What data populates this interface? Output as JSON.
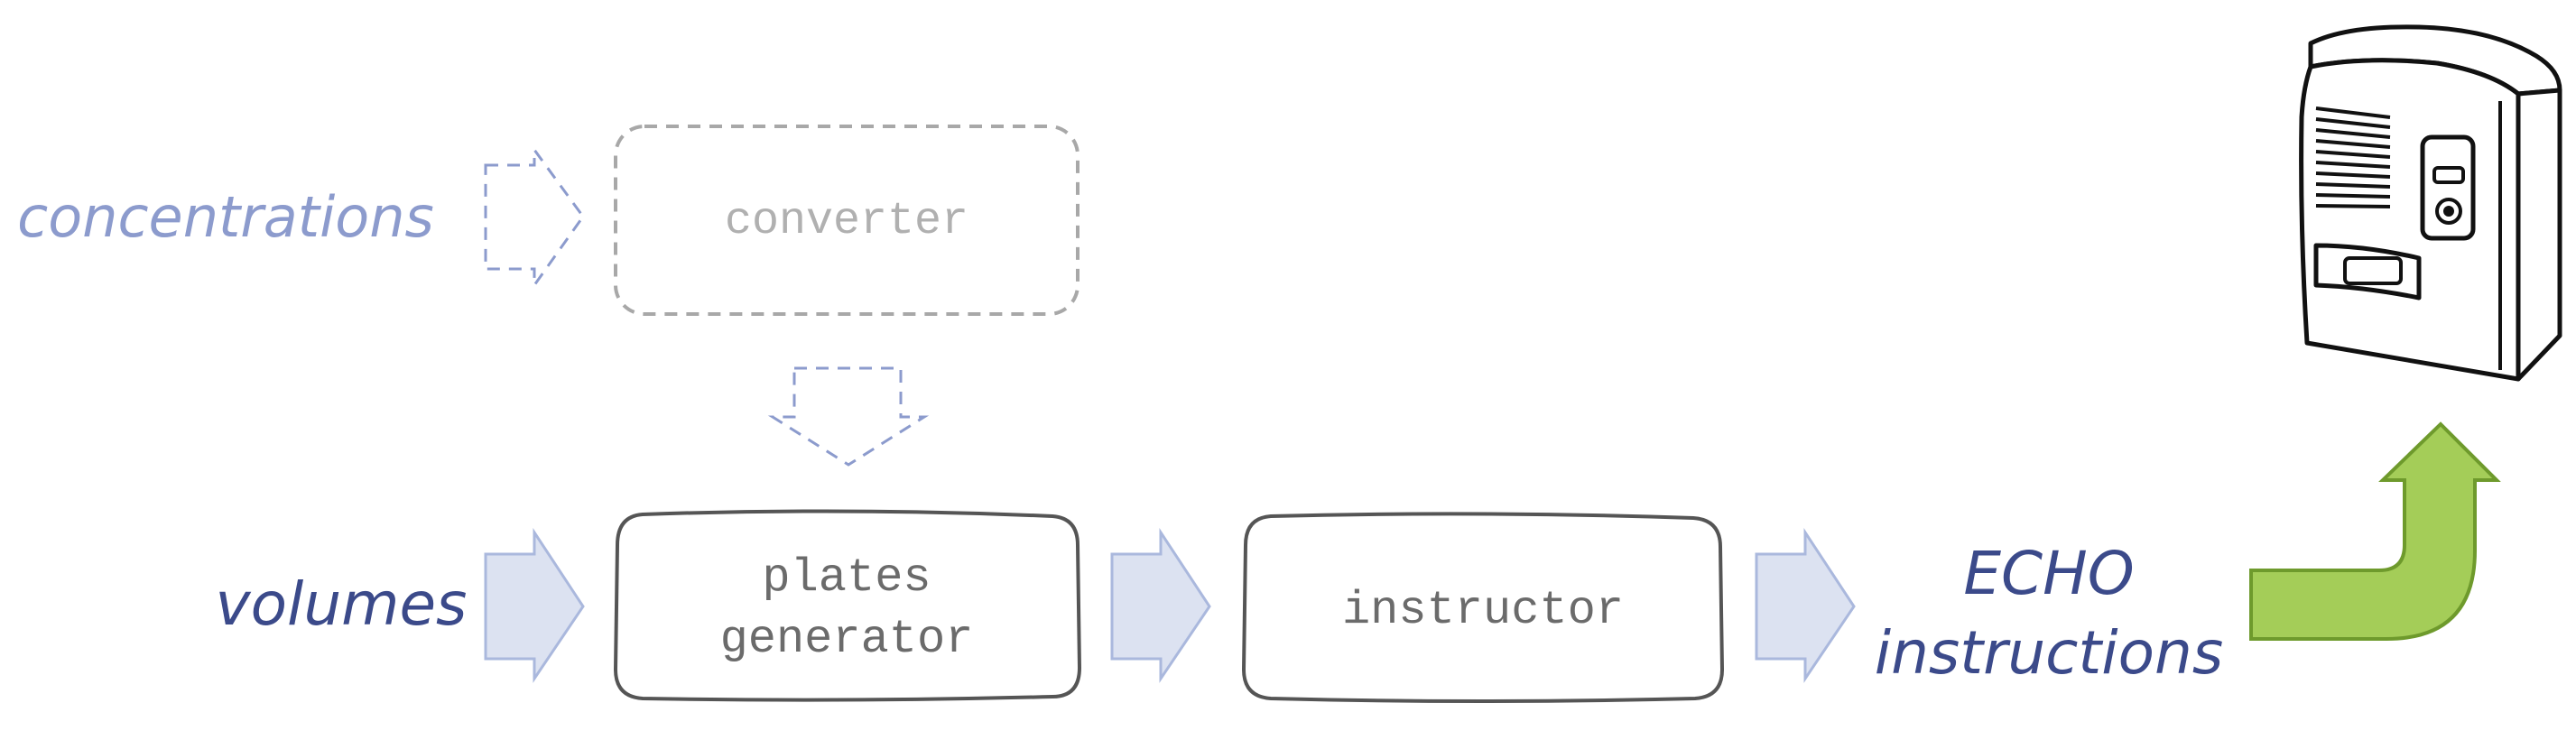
{
  "inputs": {
    "concentrations": "concentrations",
    "volumes": "volumes"
  },
  "nodes": {
    "converter": "converter",
    "plates_generator_line1": "plates",
    "plates_generator_line2": "generator",
    "instructor": "instructor"
  },
  "output": {
    "line1": "ECHO",
    "line2": "instructions"
  },
  "colors": {
    "optional_text": "#8c9bcd",
    "main_text": "#3b4a8a",
    "arrow_fill": "#dce2f1",
    "arrow_stroke": "#aab8dd",
    "dashed_box": "#a8a8a8",
    "box_stroke": "#555555",
    "node_text": "#6b6b6b",
    "green_arrow_fill": "#a4cd58",
    "green_arrow_stroke": "#6e9a2c"
  },
  "icons": {
    "device": "echo-liquid-handler-icon"
  }
}
